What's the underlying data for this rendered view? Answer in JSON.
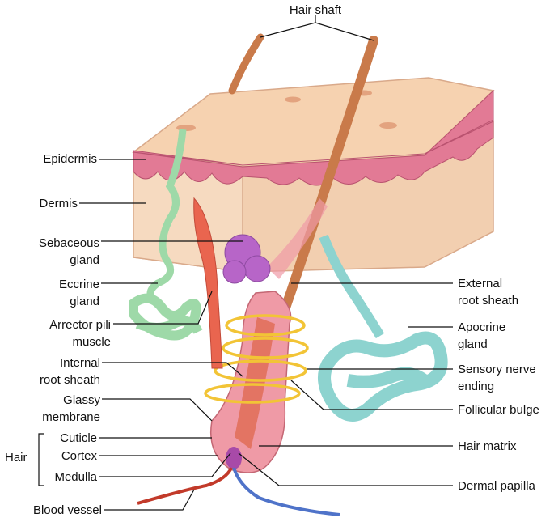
{
  "labels": {
    "hair_shaft": "Hair shaft",
    "epidermis": "Epidermis",
    "dermis": "Dermis",
    "sebaceous_gland": "Sebaceous\ngland",
    "eccrine_gland": "Eccrine\ngland",
    "arrector_pili": "Arrector pili\nmuscle",
    "internal_root_sheath": "Internal\nroot sheath",
    "glassy_membrane": "Glassy\nmembrane",
    "hair": "Hair",
    "cuticle": "Cuticle",
    "cortex": "Cortex",
    "medulla": "Medulla",
    "blood_vessel": "Blood vessel",
    "external_root_sheath": "External\nroot sheath",
    "apocrine_gland": "Apocrine\ngland",
    "sensory_nerve_ending": "Sensory nerve\nending",
    "follicular_bulge": "Follicular bulge",
    "hair_matrix": "Hair matrix",
    "dermal_papilla": "Dermal papilla"
  },
  "colors": {
    "skin_top": "#f6d2b0",
    "skin_side": "#f2cfb0",
    "epidermis": "#e27a95",
    "hair": "#c97a4a",
    "follicle": "#ef9aa6",
    "sebaceous": "#b765c8",
    "eccrine": "#9ed9a8",
    "apocrine": "#8dd3cf",
    "muscle": "#e9654f",
    "nerve_ring": "#f2c436",
    "artery": "#c23a2a",
    "vein": "#4f73c9",
    "papilla": "#a84aa8"
  }
}
